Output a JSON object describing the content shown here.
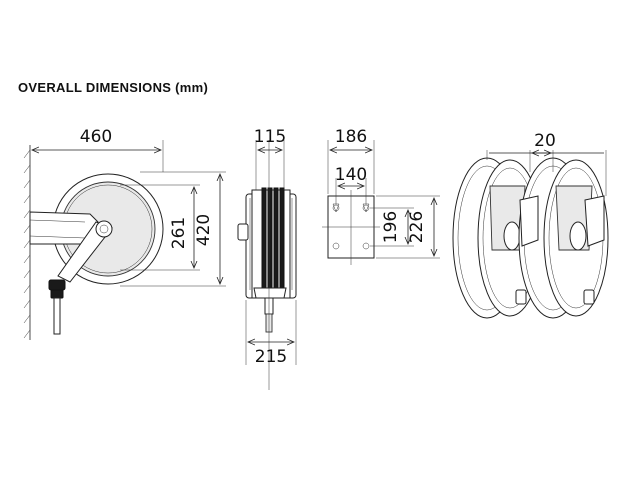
{
  "title": "OVERALL DIMENSIONS (mm)",
  "dimensions": {
    "side_width": "460",
    "side_height_inner": "261",
    "side_height_outer": "420",
    "front_width": "115",
    "front_width_bottom": "215",
    "bracket_outer_width": "186",
    "bracket_hole_width": "140",
    "bracket_hole_height": "196",
    "bracket_outer_height": "226",
    "multi_spacing": "20"
  }
}
